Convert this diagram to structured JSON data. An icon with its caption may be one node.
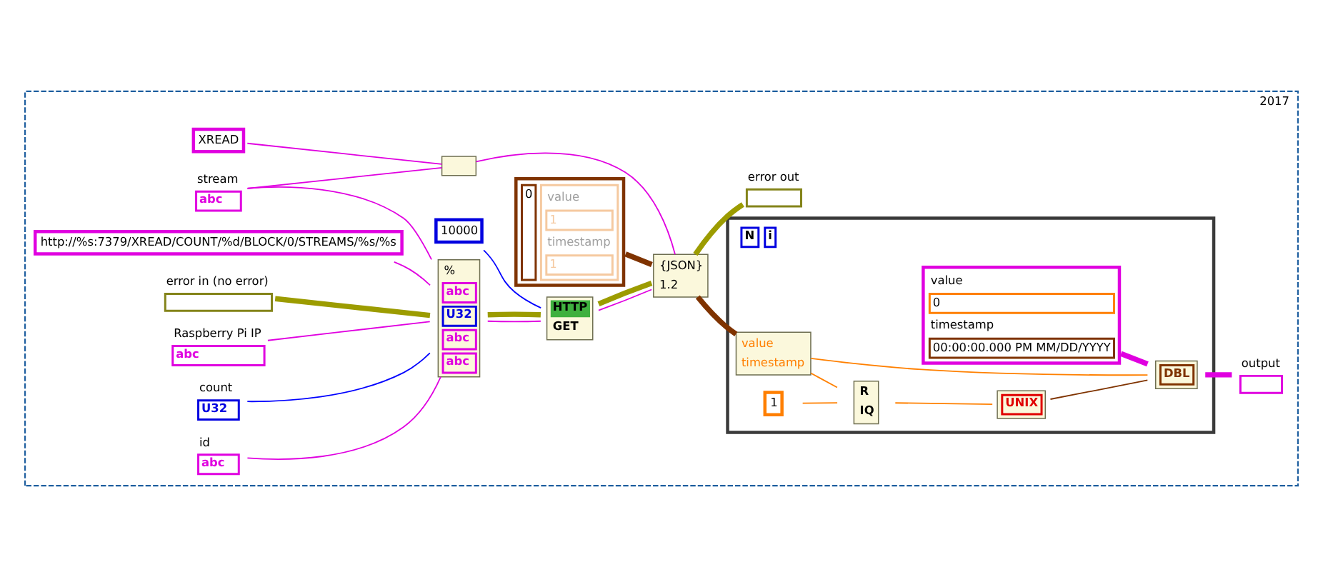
{
  "diagram": {
    "nodes": [
      {
        "text": [
          "2017"
        ]
      },
      {
        "text": [
          "XREAD"
        ],
        "in": 0
      },
      {
        "text": [],
        "shape": "box",
        "in": 0
      },
      {
        "text": [
          "N",
          "i"
        ],
        "in": 0
      },
      {
        "text": [
          "value",
          "0",
          "timestamp",
          "00:00:00.000 PM MM/DD/YYYY"
        ],
        "in": 3
      },
      {
        "text": [
          "stream",
          "abc"
        ],
        "in": 0
      },
      {
        "text": [
          "0",
          "value",
          "1",
          "timestamp",
          "1"
        ],
        "in": 0
      },
      {
        "text": [
          "value",
          "timestamp"
        ],
        "in": 3
      },
      {
        "text": [
          "1"
        ],
        "in": 3
      },
      {
        "text": [
          "R",
          "IQ"
        ],
        "in": 3
      },
      {
        "text": [
          "UNIX"
        ],
        "in": 3
      },
      {
        "text": [
          "DBL"
        ],
        "in": 3
      },
      {
        "text": [
          "output"
        ],
        "in": 0
      },
      {
        "text": [
          "http://%s:7379/XREAD/COUNT/%d/BLOCK/0/STREAMS/%s/%s"
        ],
        "in": 0
      },
      {
        "text": [
          "error in (no error)"
        ],
        "in": 0
      },
      {
        "text": [
          "%",
          "abc",
          "U32",
          "abc",
          "abc"
        ],
        "in": 0
      },
      {
        "text": [
          "HTTP",
          "GET"
        ],
        "in": 0
      },
      {
        "text": [
          "{JSON}",
          "1.2"
        ],
        "in": 0
      },
      {
        "text": [
          "error out"
        ],
        "in": 0
      },
      {
        "text": [
          "10000"
        ],
        "in": 0
      },
      {
        "text": [
          "Raspberry Pi IP",
          "abc"
        ],
        "in": 0
      },
      {
        "text": [
          "count",
          "U32"
        ],
        "in": 0
      },
      {
        "text": [
          "id",
          "abc"
        ],
        "in": 0
      }
    ],
    "edges": [
      {
        "from": 1,
        "to": 2,
        "arrow": "none"
      },
      {
        "from": 5,
        "to": 2,
        "arrow": "none"
      },
      {
        "from": 5,
        "to": 15,
        "arrow": "none"
      },
      {
        "from": 2,
        "to": 17,
        "arrow": "none"
      },
      {
        "from": 13,
        "to": 15,
        "arrow": "none"
      },
      {
        "from": 14,
        "to": 15,
        "arrow": "none",
        "style": "thick",
        "color": "#9c9c00"
      },
      {
        "from": 20,
        "to": 15,
        "arrow": "none"
      },
      {
        "from": 21,
        "to": 15,
        "arrow": "none",
        "color": "#0000ff"
      },
      {
        "from": 22,
        "to": 15,
        "arrow": "none"
      },
      {
        "from": 15,
        "to": 16,
        "arrow": "none"
      },
      {
        "from": 15,
        "to": 16,
        "arrow": "none",
        "style": "thick",
        "color": "#9c9c00"
      },
      {
        "from": 19,
        "to": 16,
        "arrow": "none",
        "color": "#0000ff"
      },
      {
        "from": 16,
        "to": 17,
        "arrow": "none"
      },
      {
        "from": 16,
        "to": 17,
        "arrow": "none",
        "style": "thick",
        "color": "#9c9c00"
      },
      {
        "from": 6,
        "to": 17,
        "arrow": "none",
        "style": "thick",
        "color": "#7f3300"
      },
      {
        "from": 17,
        "to": 18,
        "arrow": "none",
        "style": "thick",
        "color": "#9c9c00"
      },
      {
        "from": 17,
        "to": 7,
        "arrow": "none",
        "style": "thick",
        "color": "#7f3300"
      },
      {
        "from": 7,
        "to": 11,
        "arrow": "none",
        "color": "#ff8000"
      },
      {
        "from": 7,
        "to": 9,
        "arrow": "none",
        "color": "#ff8000"
      },
      {
        "from": 8,
        "to": 9,
        "arrow": "none",
        "color": "#ff8000"
      },
      {
        "from": 9,
        "to": 10,
        "arrow": "none",
        "color": "#ff8000"
      },
      {
        "from": 10,
        "to": 11,
        "arrow": "none",
        "color": "#7f3300"
      },
      {
        "from": 4,
        "to": 11,
        "arrow": "none",
        "style": "thick"
      },
      {
        "from": 11,
        "to": 12,
        "arrow": "none",
        "style": "thick"
      }
    ]
  }
}
